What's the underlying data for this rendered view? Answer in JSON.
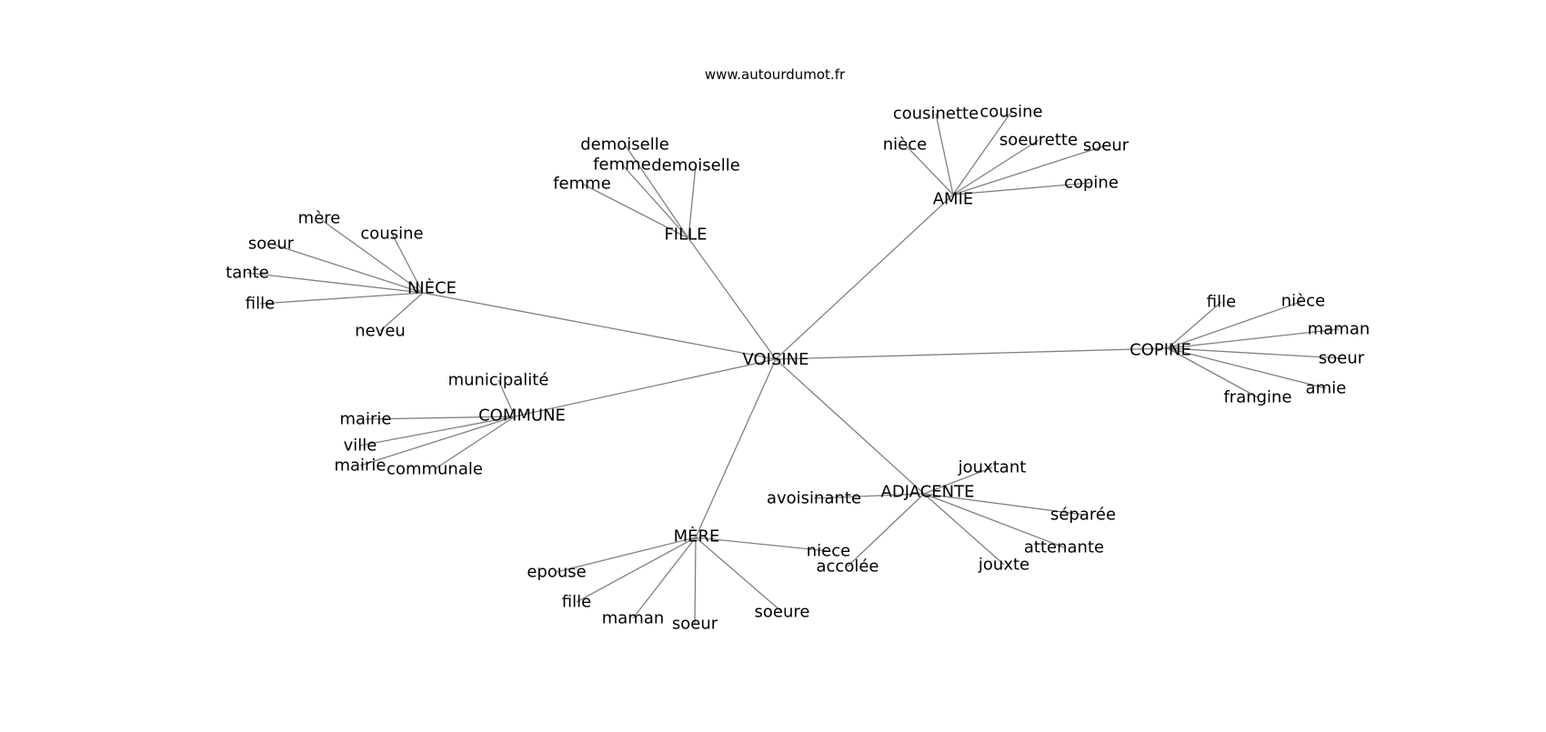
{
  "credit": "www.autourdumot.fr",
  "graph": {
    "center": "VOISINE",
    "clusters": [
      {
        "label": "NIÈCE",
        "leaves": [
          "mère",
          "soeur",
          "cousine",
          "tante",
          "fille",
          "neveu"
        ]
      },
      {
        "label": "FILLE",
        "leaves": [
          "demoiselle",
          "femme",
          "demoiselle",
          "femme"
        ]
      },
      {
        "label": "AMIE",
        "leaves": [
          "cousinette",
          "cousine",
          "nièce",
          "soeurette",
          "soeur",
          "copine"
        ]
      },
      {
        "label": "COPINE",
        "leaves": [
          "fille",
          "nièce",
          "maman",
          "soeur",
          "amie",
          "frangine"
        ]
      },
      {
        "label": "COMMUNE",
        "leaves": [
          "municipalité",
          "mairie",
          "ville",
          "mairie",
          "communale"
        ]
      },
      {
        "label": "ADJACENTE",
        "leaves": [
          "jouxtant",
          "avoisinante",
          "séparée",
          "attenante",
          "jouxte",
          "accolée"
        ]
      },
      {
        "label": "MÈRE",
        "leaves": [
          "epouse",
          "fille",
          "maman",
          "soeur",
          "soeure",
          "niece"
        ]
      }
    ]
  }
}
